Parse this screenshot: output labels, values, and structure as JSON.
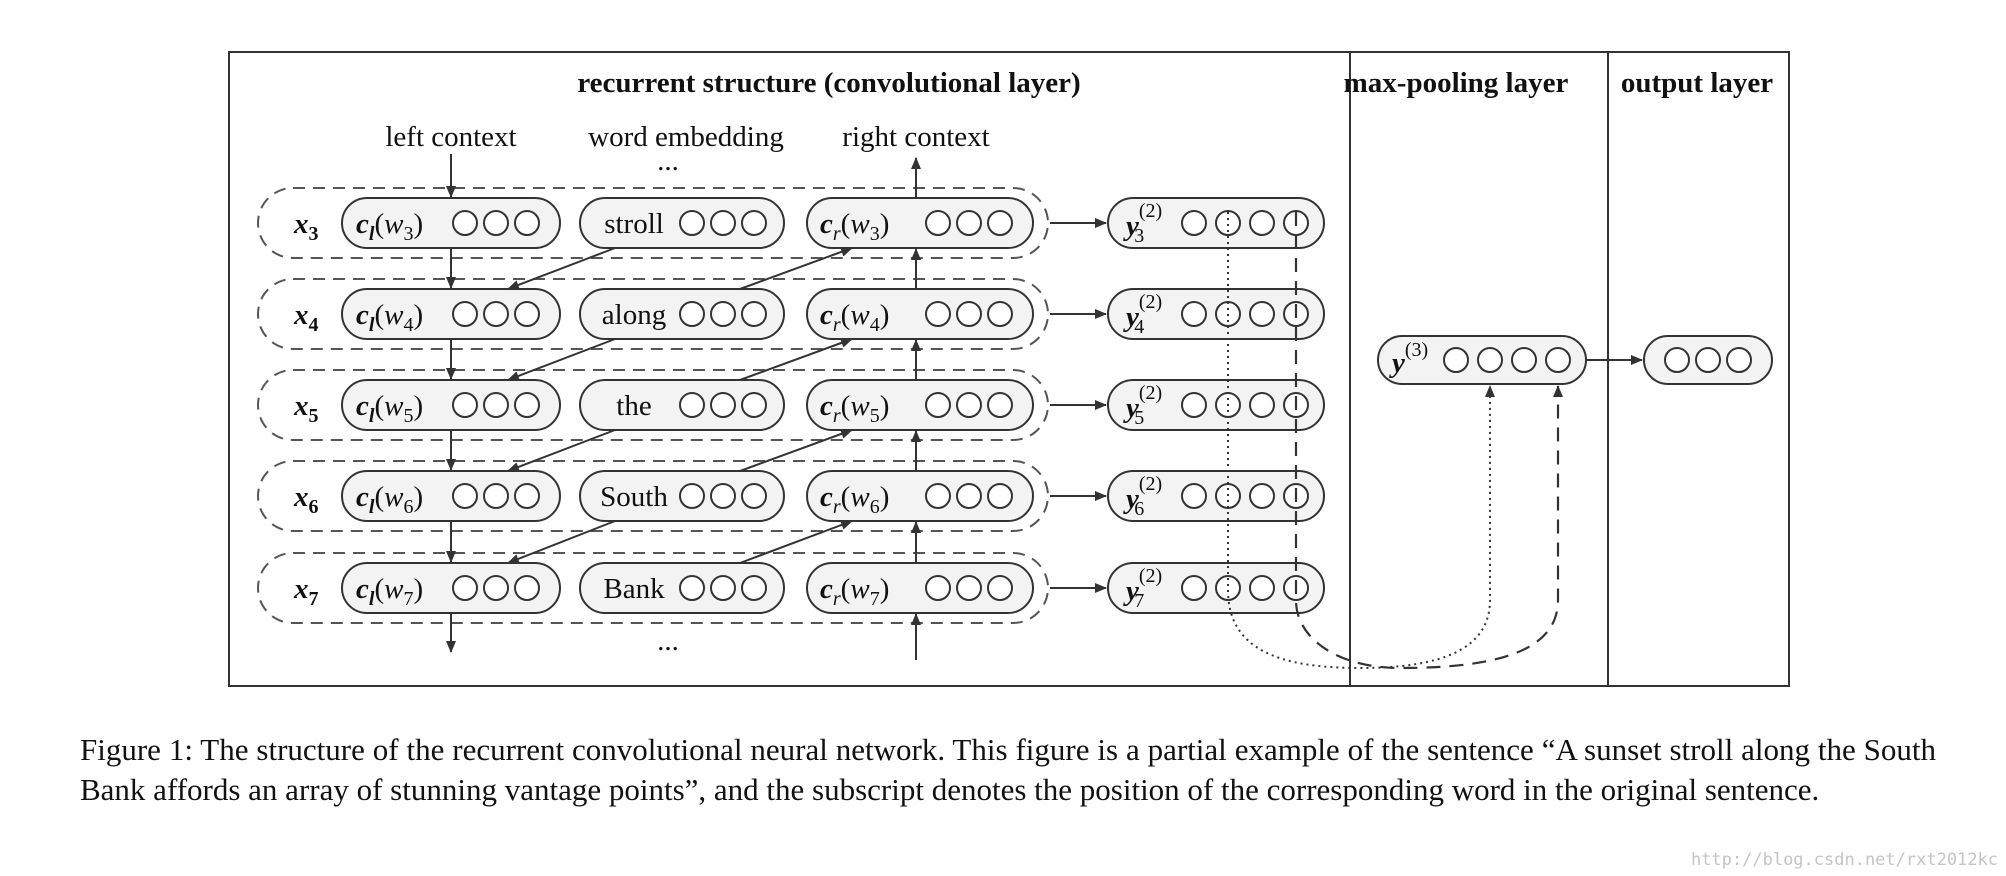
{
  "headers": {
    "recurrent": "recurrent structure (convolutional layer)",
    "maxpool": "max-pooling layer",
    "output": "output layer"
  },
  "column_labels": {
    "left": "left context",
    "word": "word embedding",
    "right": "right context"
  },
  "ellipsis": "...",
  "rows": [
    {
      "x_var": "x",
      "x_sub": "3",
      "cl_main": "c",
      "cl_sub": "l",
      "cl_w": "w",
      "cl_wsub": "3",
      "word": "stroll",
      "cr_main": "c",
      "cr_sub": "r",
      "cr_w": "w",
      "cr_wsub": "3",
      "y_var": "y",
      "y_sup": "(2)",
      "y_sub": "3"
    },
    {
      "x_var": "x",
      "x_sub": "4",
      "cl_main": "c",
      "cl_sub": "l",
      "cl_w": "w",
      "cl_wsub": "4",
      "word": "along",
      "cr_main": "c",
      "cr_sub": "r",
      "cr_w": "w",
      "cr_wsub": "4",
      "y_var": "y",
      "y_sup": "(2)",
      "y_sub": "4"
    },
    {
      "x_var": "x",
      "x_sub": "5",
      "cl_main": "c",
      "cl_sub": "l",
      "cl_w": "w",
      "cl_wsub": "5",
      "word": "the",
      "cr_main": "c",
      "cr_sub": "r",
      "cr_w": "w",
      "cr_wsub": "5",
      "y_var": "y",
      "y_sup": "(2)",
      "y_sub": "5"
    },
    {
      "x_var": "x",
      "x_sub": "6",
      "cl_main": "c",
      "cl_sub": "l",
      "cl_w": "w",
      "cl_wsub": "6",
      "word": "South",
      "cr_main": "c",
      "cr_sub": "r",
      "cr_w": "w",
      "cr_wsub": "6",
      "y_var": "y",
      "y_sup": "(2)",
      "y_sub": "6"
    },
    {
      "x_var": "x",
      "x_sub": "7",
      "cl_main": "c",
      "cl_sub": "l",
      "cl_w": "w",
      "cl_wsub": "7",
      "word": "Bank",
      "cr_main": "c",
      "cr_sub": "r",
      "cr_w": "w",
      "cr_wsub": "7",
      "y_var": "y",
      "y_sup": "(2)",
      "y_sub": "7"
    }
  ],
  "maxpool_node": {
    "var": "y",
    "sup": "(3)"
  },
  "caption": "Figure 1: The structure of the recurrent convolutional neural network. This figure is a partial example of the sentence “A sunset stroll along the South Bank affords an array of stunning vantage points”, and the subscript denotes the position of the corresponding word in the original sentence.",
  "watermark": "http://blog.csdn.net/rxt2012kc"
}
